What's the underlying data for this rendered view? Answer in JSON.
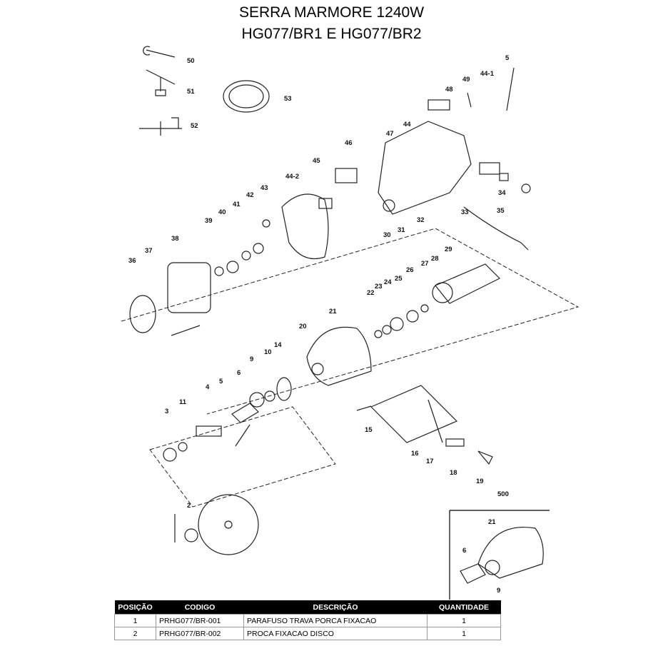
{
  "title_line1": "SERRA MARMORE 1240W",
  "title_line2": "HG077/BR1 E HG077/BR2",
  "part_labels": [
    "50",
    "51",
    "53",
    "52",
    "48",
    "49",
    "44-1",
    "5",
    "47",
    "44",
    "46",
    "45",
    "44-2",
    "43",
    "42",
    "41",
    "40",
    "39",
    "38",
    "37",
    "36",
    "34",
    "35",
    "33",
    "32",
    "31",
    "30",
    "29",
    "28",
    "27",
    "26",
    "25",
    "24",
    "23",
    "22",
    "21",
    "20",
    "14",
    "10",
    "9",
    "6",
    "5",
    "4",
    "11",
    "3",
    "15",
    "16",
    "17",
    "18",
    "19",
    "500",
    "21",
    "6",
    "9",
    "2"
  ],
  "table": {
    "headers": [
      "POSIÇÃO",
      "CODIGO",
      "DESCRIÇÃO",
      "QUANTIDADE"
    ],
    "rows": [
      [
        "1",
        "PRHG077/BR-001",
        "PARAFUSO TRAVA PORCA FIXACAO",
        "1"
      ],
      [
        "2",
        "PRHG077/BR-002",
        "PROCA FIXACAO DISCO",
        "1"
      ]
    ]
  }
}
